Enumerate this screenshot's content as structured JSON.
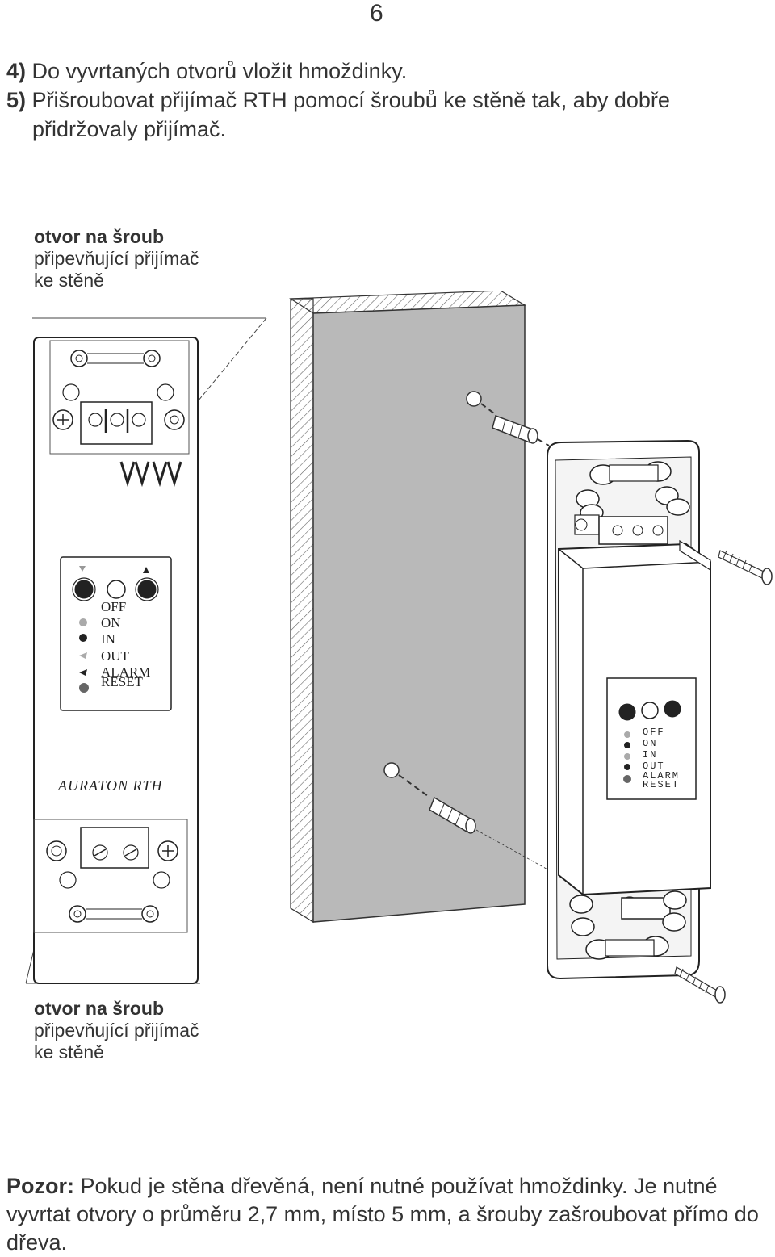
{
  "page_number": "6",
  "steps": [
    {
      "num": "4)",
      "text": "Do vyvrtaných otvorů vložit hmoždinky."
    },
    {
      "num": "5)",
      "text": "Přišroubovat přijímač RTH pomocí šroubů ke stěně tak, aby dobře",
      "text2": "přidržovaly přijímač."
    }
  ],
  "callout": {
    "title": "otvor na šroub",
    "line2": "připevňující přijímač",
    "line3": "ke stěně"
  },
  "device": {
    "brand": "AURATON RTH",
    "status_labels": [
      "OFF",
      "ON",
      "IN",
      "OUT",
      "ALARM",
      "RESET"
    ]
  },
  "warning": {
    "label": "Pozor:",
    "text": "Pokud je stěna dřevěná, není nutné používat hmoždinky. Je nutné vyvrtat otvory o průměru 2,7 mm, místo 5 mm, a šrouby zašroubovat přímo do dřeva."
  }
}
